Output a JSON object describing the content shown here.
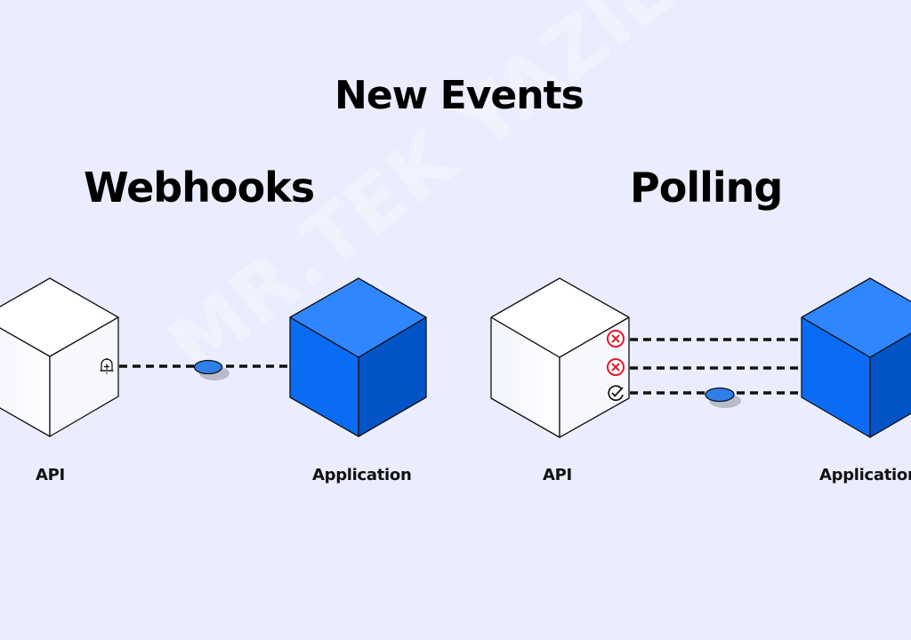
{
  "title": "New Events",
  "sections": {
    "webhooks": {
      "title": "Webhooks",
      "source_label": "API",
      "target_label": "Application",
      "source_icon": "bell-plus-icon",
      "connections": [
        {
          "status": "event-delivered",
          "has_event": true
        }
      ]
    },
    "polling": {
      "title": "Polling",
      "source_label": "API",
      "target_label": "Application",
      "connections": [
        {
          "status": "no-new-event",
          "icon": "x-circle-icon",
          "has_event": false
        },
        {
          "status": "no-new-event",
          "icon": "x-circle-icon",
          "has_event": false
        },
        {
          "status": "new-event",
          "icon": "check-circle-icon",
          "has_event": true
        }
      ]
    }
  },
  "colors": {
    "background": "#eaedfd",
    "app_cube_top": "#2f86ff",
    "app_cube_left": "#0a6cf5",
    "app_cube_right": "#0354c6",
    "api_cube": "#ffffff",
    "event_dot": "#2f7fe8",
    "error": "#e3192b"
  },
  "watermark": "MR.TEK YAZILIM"
}
